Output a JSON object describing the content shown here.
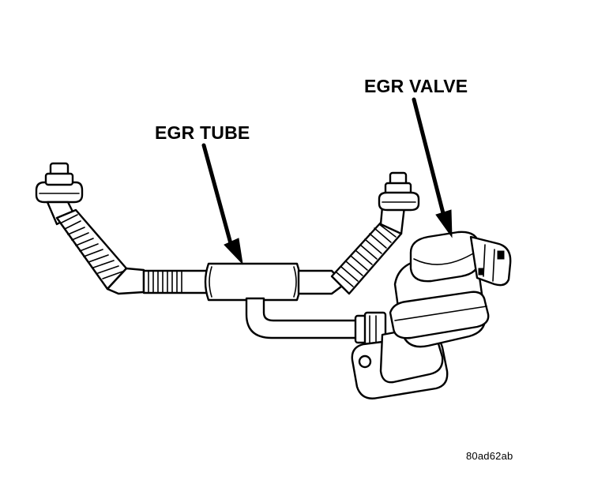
{
  "labels": {
    "egr_tube": "EGR TUBE",
    "egr_valve": "EGR VALVE",
    "figure_code": "80ad62ab"
  },
  "colors": {
    "line": "#000000",
    "background": "#ffffff"
  }
}
